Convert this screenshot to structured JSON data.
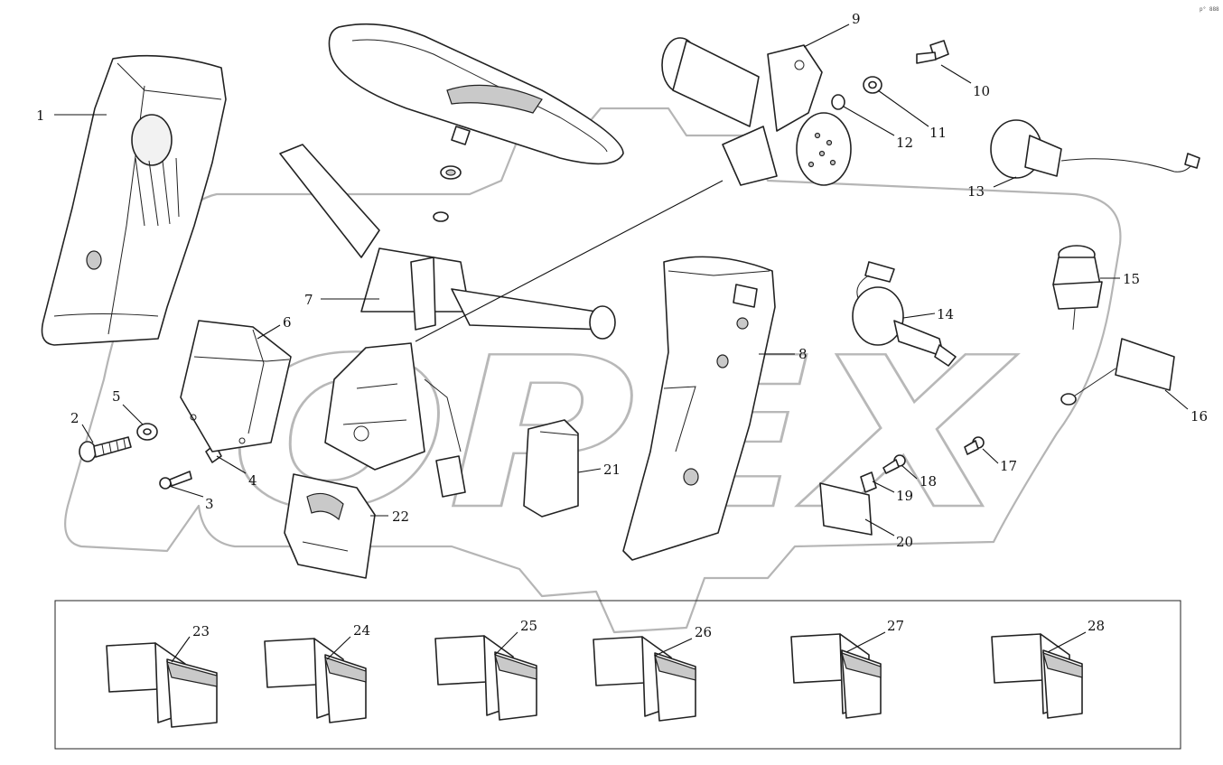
{
  "watermark": {
    "text": "OPEX"
  },
  "corner_note": "p° 888",
  "callouts": [
    {
      "id": 1,
      "label": "1"
    },
    {
      "id": 2,
      "label": "2"
    },
    {
      "id": 3,
      "label": "3"
    },
    {
      "id": 4,
      "label": "4"
    },
    {
      "id": 5,
      "label": "5"
    },
    {
      "id": 6,
      "label": "6"
    },
    {
      "id": 7,
      "label": "7"
    },
    {
      "id": 8,
      "label": "8"
    },
    {
      "id": 9,
      "label": "9"
    },
    {
      "id": 10,
      "label": "10"
    },
    {
      "id": 11,
      "label": "11"
    },
    {
      "id": 12,
      "label": "12"
    },
    {
      "id": 13,
      "label": "13"
    },
    {
      "id": 14,
      "label": "14"
    },
    {
      "id": 15,
      "label": "15"
    },
    {
      "id": 16,
      "label": "16"
    },
    {
      "id": 17,
      "label": "17"
    },
    {
      "id": 18,
      "label": "18"
    },
    {
      "id": 19,
      "label": "19"
    },
    {
      "id": 20,
      "label": "20"
    },
    {
      "id": 21,
      "label": "21"
    },
    {
      "id": 22,
      "label": "22"
    },
    {
      "id": 23,
      "label": "23"
    },
    {
      "id": 24,
      "label": "24"
    },
    {
      "id": 25,
      "label": "25"
    },
    {
      "id": 26,
      "label": "26"
    },
    {
      "id": 27,
      "label": "27"
    },
    {
      "id": 28,
      "label": "28"
    }
  ]
}
